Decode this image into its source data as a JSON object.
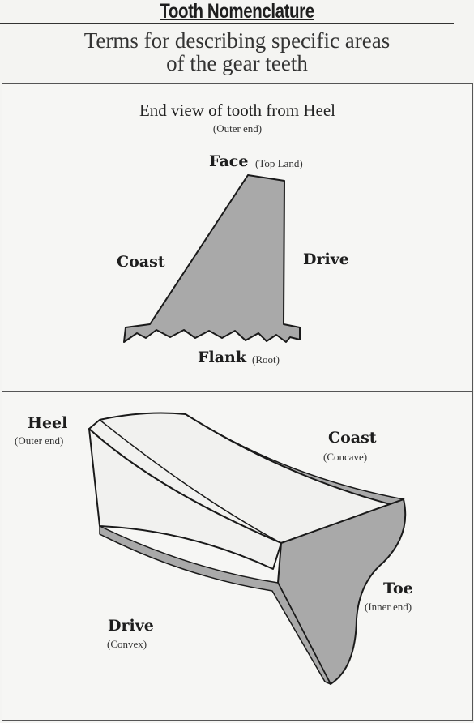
{
  "header": {
    "title": "Tooth Nomenclature",
    "subtitle_line1": "Terms for describing specific areas",
    "subtitle_line2": "of the gear teeth"
  },
  "end_view": {
    "caption": "End view of tooth from Heel",
    "caption_sub": "(Outer end)",
    "face": "Face",
    "face_sub": "(Top Land)",
    "coast": "Coast",
    "drive": "Drive",
    "flank": "Flank",
    "flank_sub": "(Root)"
  },
  "perspective": {
    "heel": "Heel",
    "heel_sub": "(Outer end)",
    "coast": "Coast",
    "coast_sub": "(Concave)",
    "toe": "Toe",
    "toe_sub": "(Inner end)",
    "drive": "Drive",
    "drive_sub": "(Convex)"
  },
  "colors": {
    "fill": "#a9a9a9",
    "outline": "#1a1a1a",
    "background": "#f4f4f2"
  }
}
